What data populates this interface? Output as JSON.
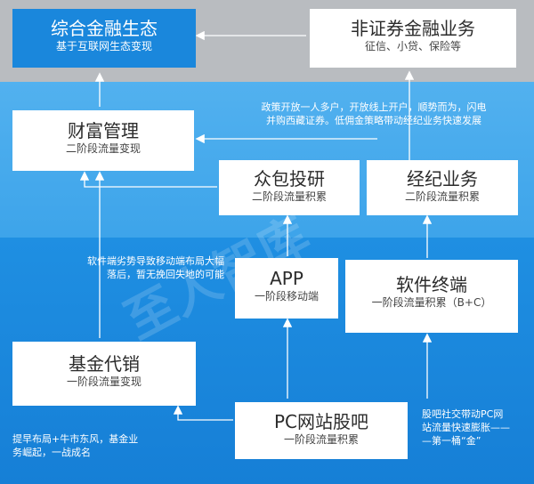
{
  "boxes": {
    "integrated_finance": {
      "title": "综合金融生态",
      "subtitle": "基于互联网生态变现"
    },
    "non_securities": {
      "title": "非证券金融业务",
      "subtitle": "征信、小贷、保险等"
    },
    "wealth_mgmt": {
      "title": "财富管理",
      "subtitle": "二阶段流量变现"
    },
    "crowd_research": {
      "title": "众包投研",
      "subtitle": "二阶段流量积累"
    },
    "brokerage": {
      "title": "经纪业务",
      "subtitle": "二阶段流量积累"
    },
    "app": {
      "title": "APP",
      "subtitle": "一阶段移动端"
    },
    "software": {
      "title": "软件终端",
      "subtitle": "一阶段流量积累（B+C）"
    },
    "fund_sales": {
      "title": "基金代销",
      "subtitle": "一阶段流量变现"
    },
    "pc_guba": {
      "title": "PC网站股吧",
      "subtitle": "一阶段流量积累"
    }
  },
  "notes": {
    "policy": [
      "政策开放一人多户，开放线上开户，顺势而为，闪电",
      "并购西藏证券。低佣金策略带动经纪业务快速发展"
    ],
    "software_gap": [
      "软件端劣势导致移动端布局大幅",
      "落后，暂无挽回失地的可能"
    ],
    "early_layout": [
      "提早布局+牛市东风，基金业",
      "务崛起，一战成名"
    ],
    "guba_social": [
      "股吧社交带动PC网",
      "站流量快速膨胀——",
      "—第一桶“金”"
    ]
  },
  "watermark": "至人智库",
  "colors": {
    "top_band": "#b9bcc0",
    "mid_band": "#4aadee",
    "bottom_band": "#1a86dc",
    "highlight_box": "#1a87dc",
    "box": "#ffffff",
    "arrow": "#ffffff"
  }
}
